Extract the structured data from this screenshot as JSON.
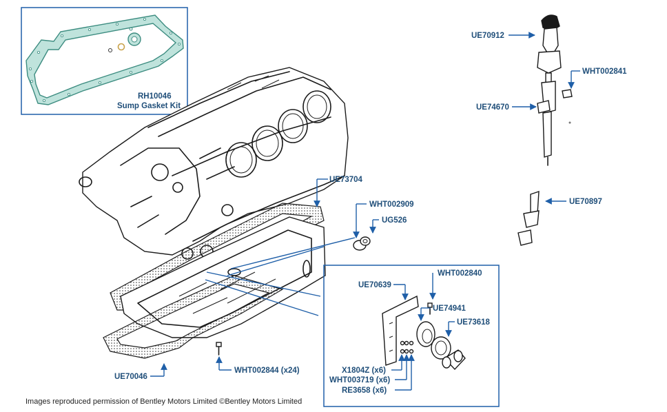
{
  "inset_kit": {
    "code": "RH10046",
    "name": "Sump Gasket Kit"
  },
  "parts": {
    "ue70912": "UE70912",
    "wht002841": "WHT002841",
    "ue74670": "UE74670",
    "ue73704": "UE73704",
    "wht002909": "WHT002909",
    "ug526": "UG526",
    "ue70897": "UE70897",
    "wht002840": "WHT002840",
    "ue70639": "UE70639",
    "ue74941": "UE74941",
    "ue73618": "UE73618",
    "x1804z": "X1804Z (x6)",
    "wht003719": "WHT003719 (x6)",
    "re3658": "RE3658 (x6)",
    "ue70046": "UE70046",
    "wht002844": "WHT002844 (x24)"
  },
  "credit": "Images reproduced permission of Bentley Motors Limited ©Bentley Motors Limited",
  "colors": {
    "label": "#1f4e79",
    "leader": "#1f5fa8",
    "gasket": "#bfe3dc"
  }
}
